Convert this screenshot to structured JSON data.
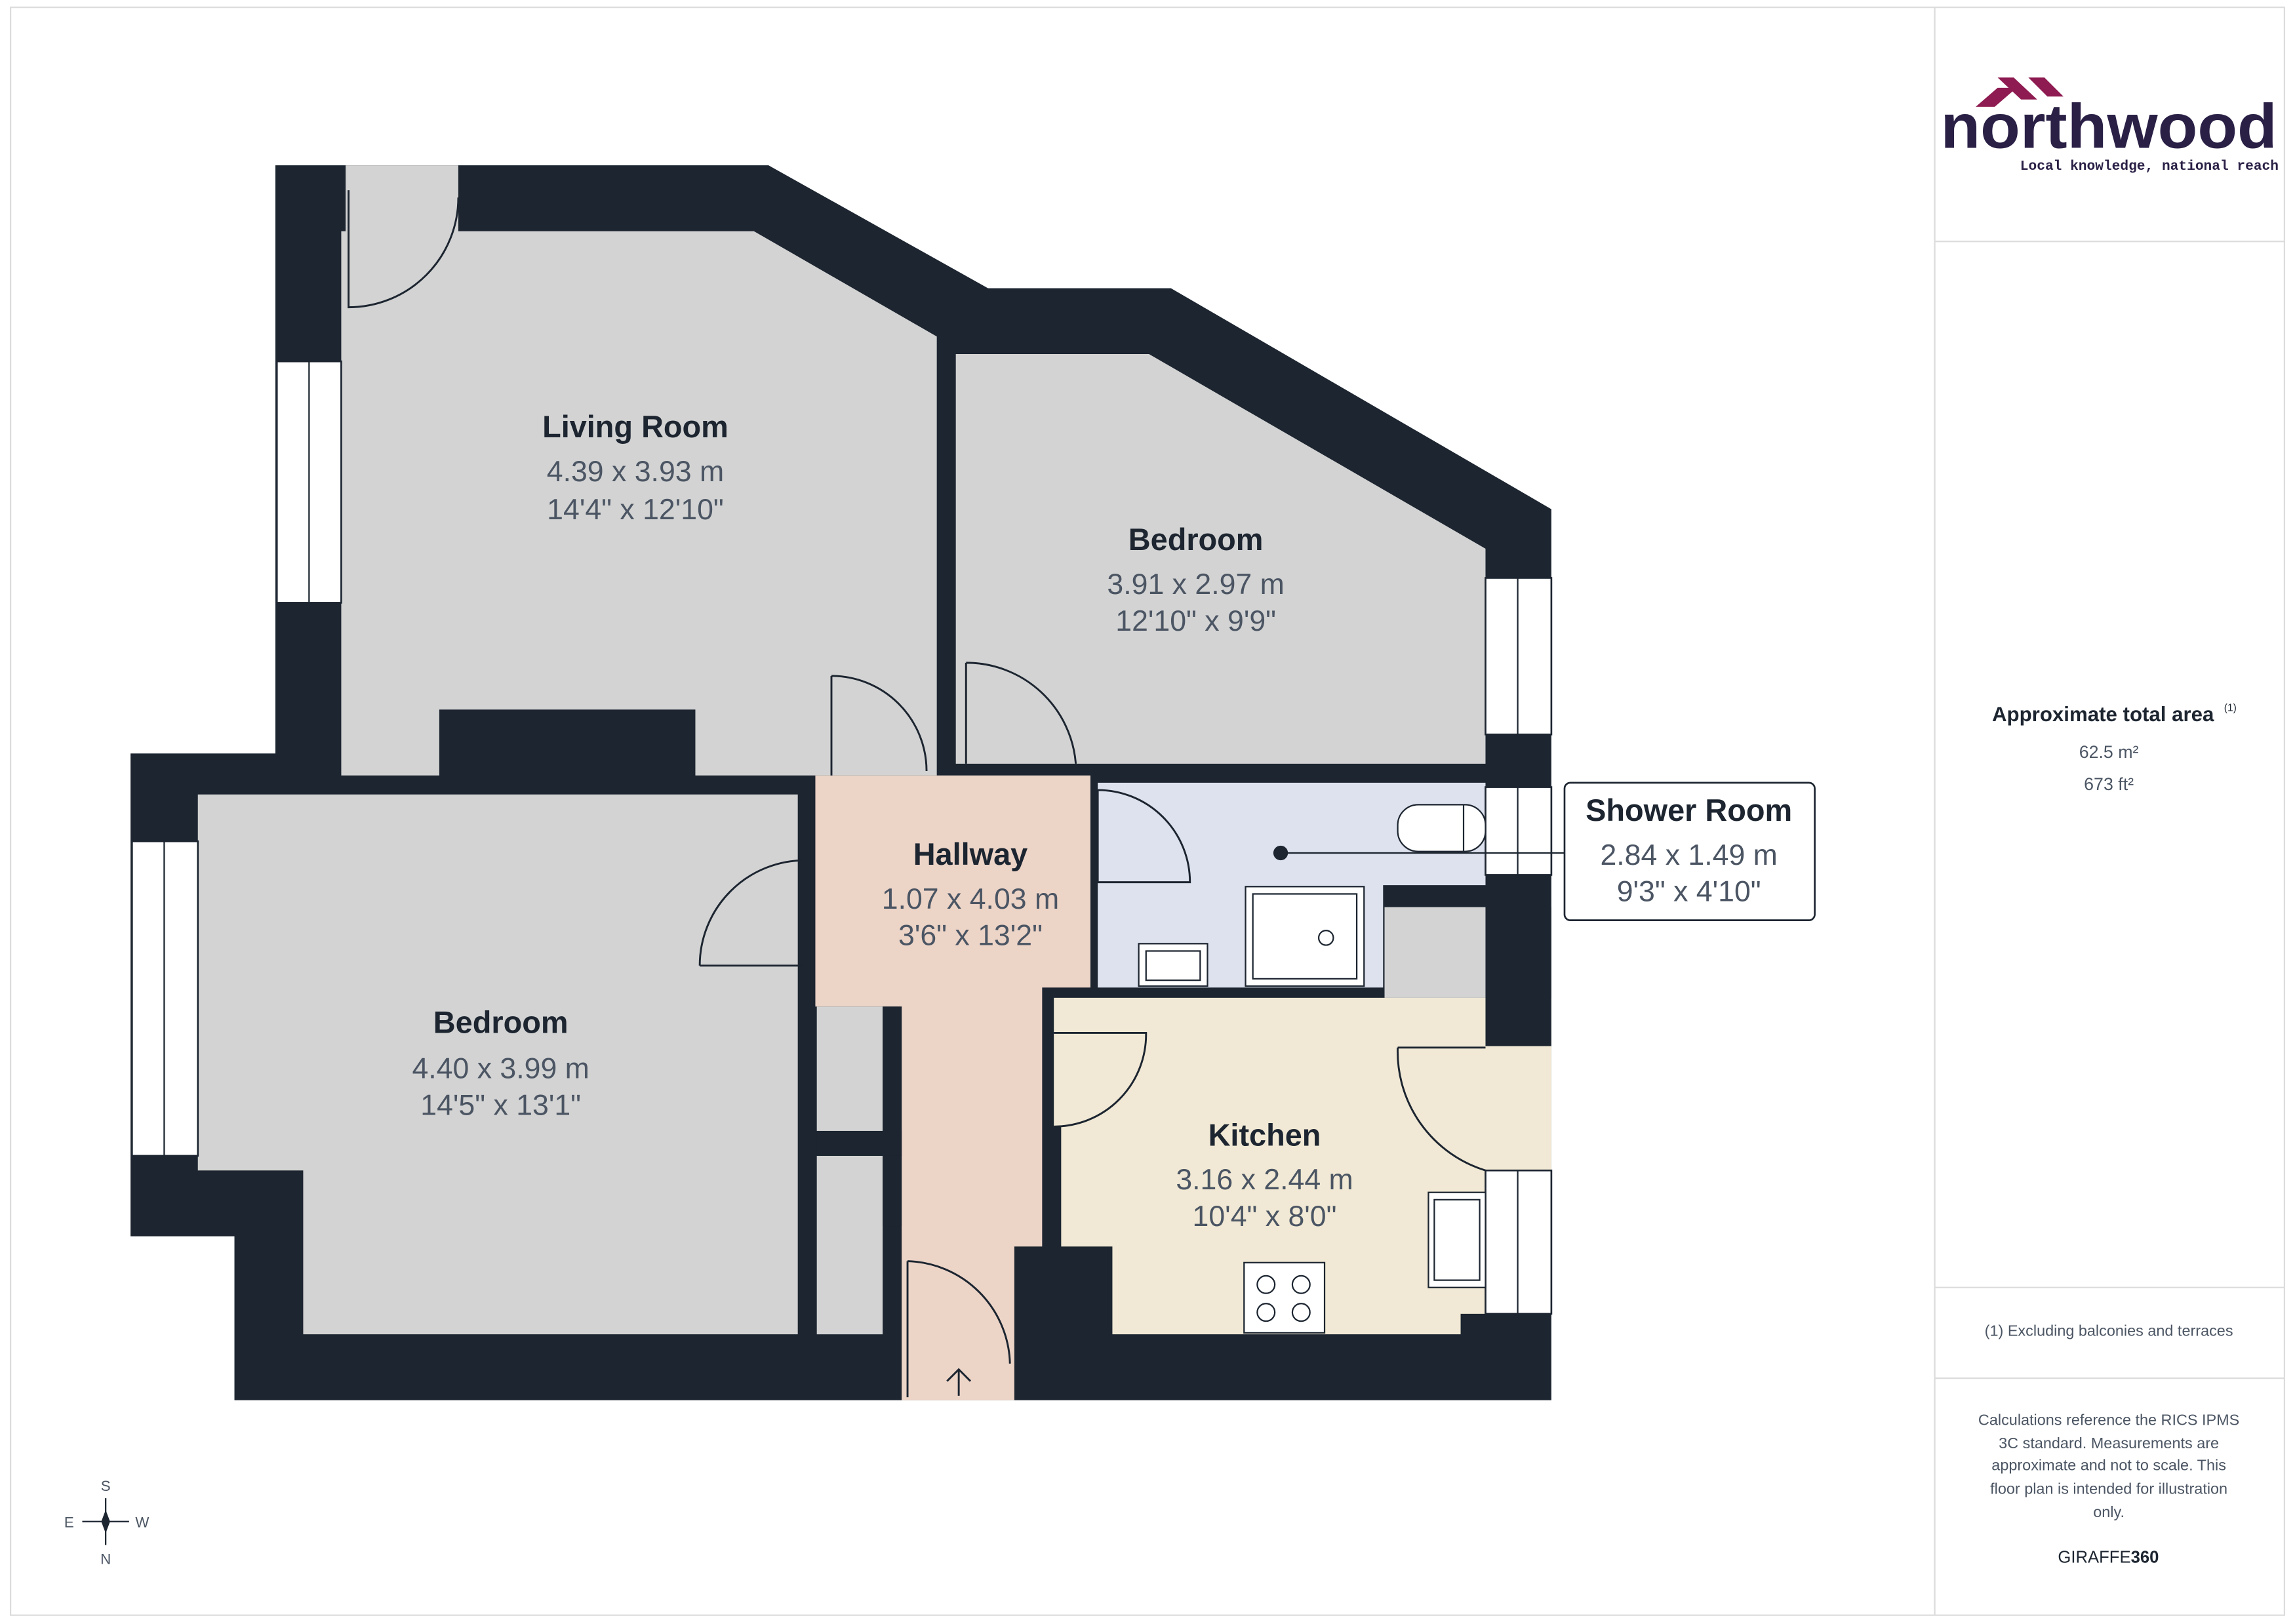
{
  "brand": {
    "name": "northwood",
    "tagline": "Local knowledge, national reach",
    "colors": {
      "primary": "#2a1f45",
      "accent": "#8e1b51"
    }
  },
  "rooms": [
    {
      "name": "Living Room",
      "metric": "4.39 x 3.93 m",
      "imperial": "14'4\" x 12'10\""
    },
    {
      "name": "Bedroom",
      "metric": "3.91 x 2.97 m",
      "imperial": "12'10\" x 9'9\""
    },
    {
      "name": "Hallway",
      "metric": "1.07 x 4.03 m",
      "imperial": "3'6\" x 13'2\""
    },
    {
      "name": "Shower Room",
      "metric": "2.84 x 1.49 m",
      "imperial": "9'3\" x 4'10\""
    },
    {
      "name": "Bedroom",
      "metric": "4.40 x 3.99 m",
      "imperial": "14'5\" x 13'1\""
    },
    {
      "name": "Kitchen",
      "metric": "3.16 x 2.44 m",
      "imperial": "10'4\" x 8'0\""
    }
  ],
  "area": {
    "title": "Approximate total area",
    "footnote_mark": "(1)",
    "metric": "62.5 m²",
    "imperial": "673 ft²"
  },
  "footnote": "(1) Excluding balconies and terraces",
  "disclaimer_lines": [
    "Calculations reference the RICS IPMS",
    "3C standard. Measurements are",
    "approximate and not to scale. This",
    "floor plan is intended for illustration",
    "only."
  ],
  "credit": {
    "part1": "GIRAFFE",
    "part2": "360"
  },
  "compass": {
    "n": "N",
    "s": "S",
    "e": "E",
    "w": "W"
  },
  "colors": {
    "wall": "#1c2530",
    "room": "#d3d3d3",
    "hallway": "#ecd4c7",
    "shower": "#dde2ee",
    "kitchen": "#f1e9d5"
  }
}
